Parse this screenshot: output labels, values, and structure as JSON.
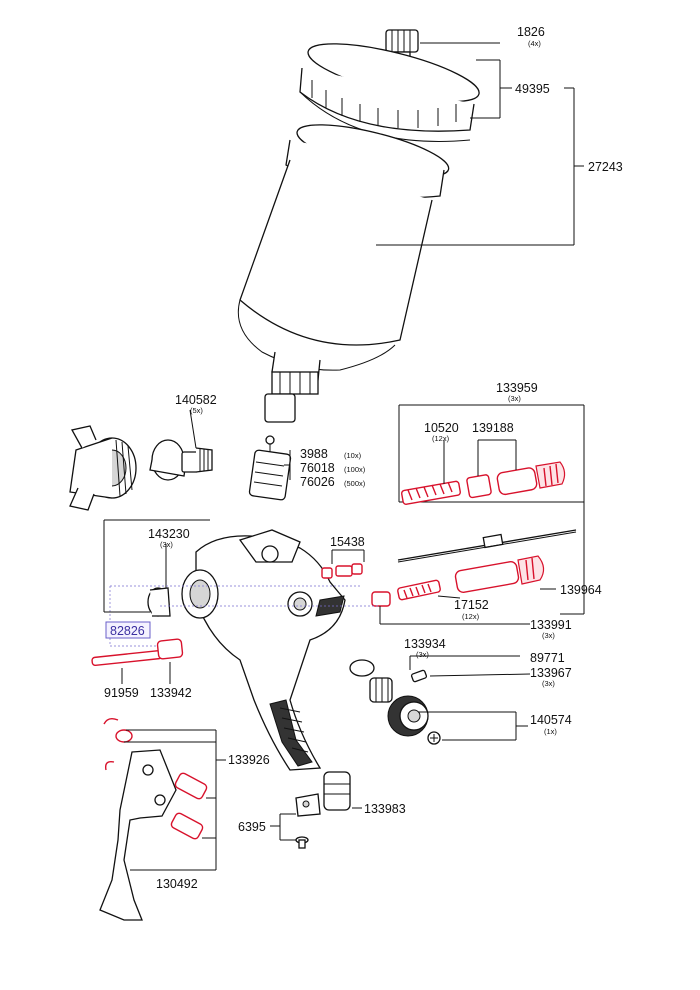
{
  "labels": {
    "p1826": "1826",
    "p1826_qty": "(4x)",
    "p49395": "49395",
    "p27243": "27243",
    "p140582": "140582",
    "p140582_qty": "(5x)",
    "p133959": "133959",
    "p133959_qty": "(3x)",
    "p10520": "10520",
    "p10520_qty": "(12x)",
    "p139188": "139188",
    "p3988": "3988",
    "p3988_qty": "(10x)",
    "p76018": "76018",
    "p76018_qty": "(100x)",
    "p76026": "76026",
    "p76026_qty": "(500x)",
    "p143230": "143230",
    "p143230_qty": "(3x)",
    "p15438": "15438",
    "p139964": "139964",
    "p17152": "17152",
    "p17152_qty": "(12x)",
    "p133991": "133991",
    "p133991_qty": "(3x)",
    "p82826": "82826",
    "p133934": "133934",
    "p133934_qty": "(3x)",
    "p89771": "89771",
    "p133967": "133967",
    "p133967_qty": "(3x)",
    "p91959": "91959",
    "p133942": "133942",
    "p140574": "140574",
    "p140574_qty": "(1x)",
    "p133926": "133926",
    "p133983": "133983",
    "p6395": "6395",
    "p130492": "130492"
  },
  "colors": {
    "highlight_parts": "#d8122c",
    "callout_box": "#6a5fc8",
    "line_art": "#111111"
  }
}
